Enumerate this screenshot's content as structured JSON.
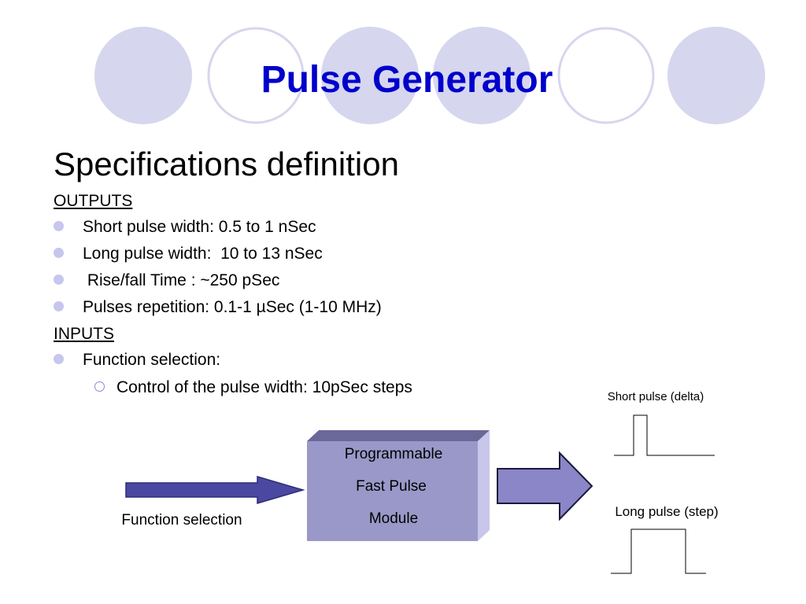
{
  "slide": {
    "title": "Pulse Generator",
    "heading": "Specifications definition",
    "outputs_label": "OUTPUTS",
    "outputs": [
      "Short pulse width: 0.5 to 1 nSec",
      "Long pulse width:  10 to 13 nSec",
      " Rise/fall Time : ~250 pSec",
      "Pulses repetition: 0.1-1 µSec (1-10 MHz)"
    ],
    "inputs_label": "INPUTS",
    "inputs": [
      "Function selection:"
    ],
    "input_subitems": [
      "Control of the pulse width: 10pSec steps"
    ]
  },
  "diagram": {
    "input_label": "Function selection",
    "module_lines": [
      "Programmable",
      "Fast Pulse",
      "Module"
    ],
    "short_pulse_label": "Short pulse (delta)",
    "long_pulse_label": "Long pulse (step)"
  },
  "colors": {
    "title": "#0000cc",
    "decor_circle": "#d6d6ee",
    "arrow_in": "#4a48a0",
    "arrow_out": "#8a86c8",
    "module_front": "#9a98c8",
    "module_top": "#6a6898",
    "module_side": "#c8c6ea"
  }
}
